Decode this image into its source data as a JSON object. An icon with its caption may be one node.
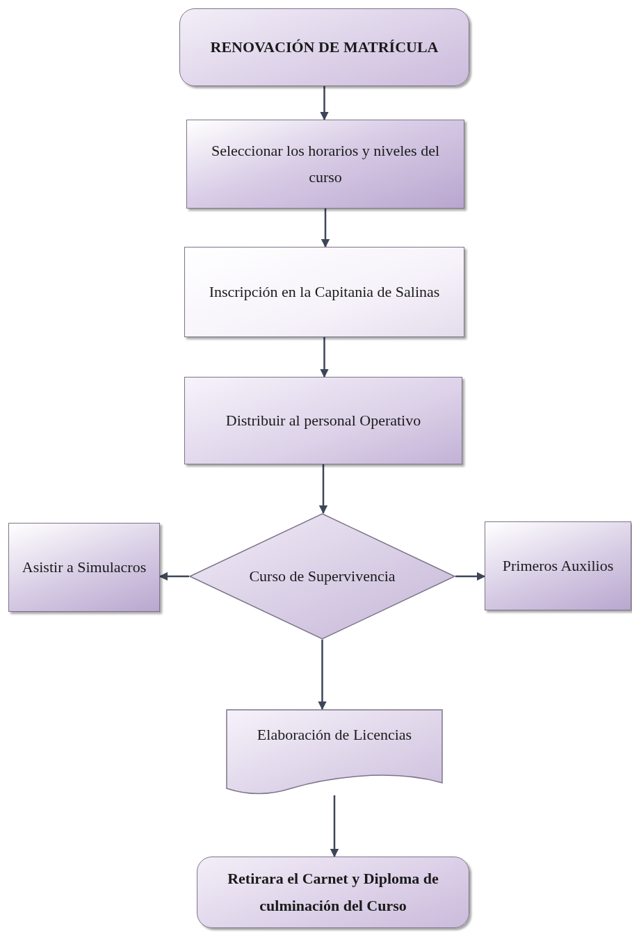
{
  "diagram": {
    "nodes": [
      {
        "text": [
          "RENOVACIÓN DE MATRÍCULA"
        ]
      },
      {
        "text": [
          "Seleccionar los horarios y niveles del curso"
        ]
      },
      {
        "text": [
          "Inscripción en la Capitania de Salinas"
        ]
      },
      {
        "text": [
          "Distribuir al personal Operativo"
        ]
      },
      {
        "text": [
          "Curso de Supervivencia"
        ]
      },
      {
        "text": [
          "Asistir a Simulacros"
        ]
      },
      {
        "text": [
          "Primeros Auxilios"
        ]
      },
      {
        "text": [
          "Elaboración de Licencias"
        ]
      },
      {
        "text": [
          "Retirara el Carnet y Diploma de culminación del Curso"
        ]
      }
    ],
    "edges": [
      {
        "from": 0,
        "to": 1,
        "arrow": "to"
      },
      {
        "from": 1,
        "to": 2,
        "arrow": "to"
      },
      {
        "from": 2,
        "to": 3,
        "arrow": "to"
      },
      {
        "from": 3,
        "to": 4,
        "arrow": "to"
      },
      {
        "from": 4,
        "to": 5,
        "arrow": "to"
      },
      {
        "from": 4,
        "to": 6,
        "arrow": "to"
      },
      {
        "from": 4,
        "to": 7,
        "arrow": "to"
      },
      {
        "from": 7,
        "to": 8,
        "arrow": "to"
      }
    ]
  }
}
